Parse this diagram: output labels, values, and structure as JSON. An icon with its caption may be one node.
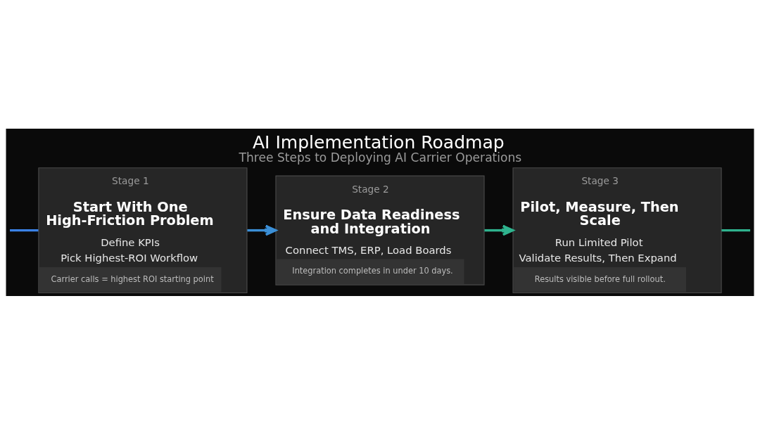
{
  "diagram": {
    "title": "AI Implementation Roadmap",
    "caption": "Three Steps to Deploying AI Carrier Operations",
    "nodes": [
      {
        "text": [
          "Stage 1",
          "Start With One High-Friction Problem",
          "Define KPIs",
          "Pick Highest-ROI Workflow",
          "Carrier calls = highest ROI starting point"
        ]
      },
      {
        "text": [
          "Stage 2",
          "Ensure Data Readiness and Integration",
          "Connect TMS, ERP, Load Boards",
          "Integration completes in under 10 days."
        ]
      },
      {
        "text": [
          "Stage 3",
          "Pilot, Measure, Then Scale",
          "Run Limited Pilot",
          "Validate Results, Then Expand",
          "Results visible before full rollout."
        ]
      }
    ],
    "edges": [
      {
        "from": null,
        "to": 0,
        "arrow": "none",
        "color": "#3b82e6"
      },
      {
        "from": 0,
        "to": 1,
        "arrow": "to",
        "color": "#3b8fd6"
      },
      {
        "from": 1,
        "to": 2,
        "arrow": "to",
        "color": "#2fb38e"
      },
      {
        "from": 2,
        "to": null,
        "arrow": "none",
        "color": "#2fb38e"
      }
    ]
  }
}
